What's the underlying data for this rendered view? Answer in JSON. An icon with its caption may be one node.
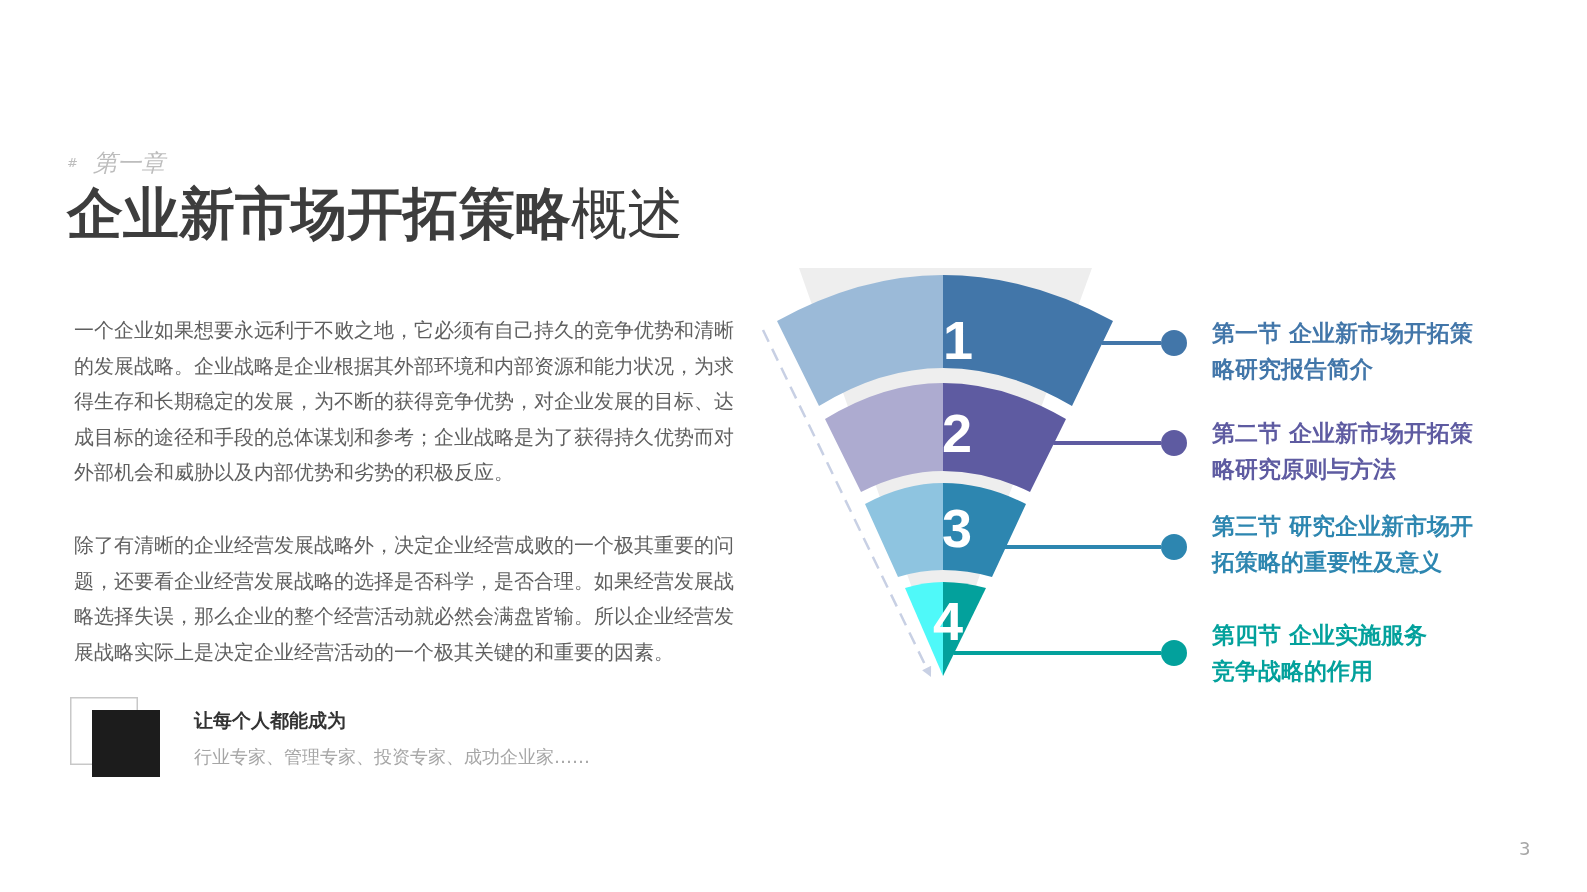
{
  "diagram": {
    "title": "**企业新市场开拓策略**概述",
    "nodes": [
      {
        "text": [
          "1"
        ]
      },
      {
        "text": [
          "2"
        ]
      },
      {
        "text": [
          "3"
        ]
      },
      {
        "text": [
          "4"
        ]
      },
      {
        "text": [],
        "shape": "circle",
        "beside": [
          "第一节 企业新市场开拓策略研究报告简介"
        ]
      },
      {
        "text": [],
        "shape": "circle",
        "beside": [
          "第二节 企业新市场开拓策略研究原则与方法"
        ]
      },
      {
        "text": [],
        "shape": "circle",
        "beside": [
          "第三节 研究企业新市场开拓策略的重要性及意义"
        ]
      },
      {
        "text": [],
        "shape": "circle",
        "beside": [
          "第四节 企业实施服务竞争战略的作用"
        ]
      }
    ],
    "edges": [
      {
        "from": 0,
        "to": 4,
        "arrow": "none",
        "color": "#4276a9"
      },
      {
        "from": 1,
        "to": 5,
        "arrow": "none",
        "color": "#5e5ba1"
      },
      {
        "from": 2,
        "to": 6,
        "arrow": "none",
        "color": "#2d86b0"
      },
      {
        "from": 3,
        "to": 7,
        "arrow": "none",
        "color": "#03a19c"
      }
    ],
    "labels": [
      "#",
      "第一章",
      "一个企业如果想要永远利于不败之地，它必须有自己持久的竞争优势和清晰的发展战略。企业战略是企业根据其外部环境和内部资源和能力状况，为求得生存和长期稳定的发展，为不断的获得竞争优势，对企业发展的目标、达成目标的途径和手段的总体谋划和参考；企业战略是为了获得持久优势而对外部机会和威胁以及内部优势和劣势的积极反应。",
      "除了有清晰的企业经营发展战略外，决定企业经营成败的一个极其重要的问题，还要看企业经营发展战略的选择是否科学，是否合理。如果经营发展战略选择失误，那么企业的整个经营活动就必然会满盘皆输。所以企业经营发展战略实际上是决定企业经营活动的一个极其关键的和重要的因素。",
      "让每个人都能成为",
      "行业专家、管理专家、投资专家、成功企业家……",
      "3"
    ]
  }
}
